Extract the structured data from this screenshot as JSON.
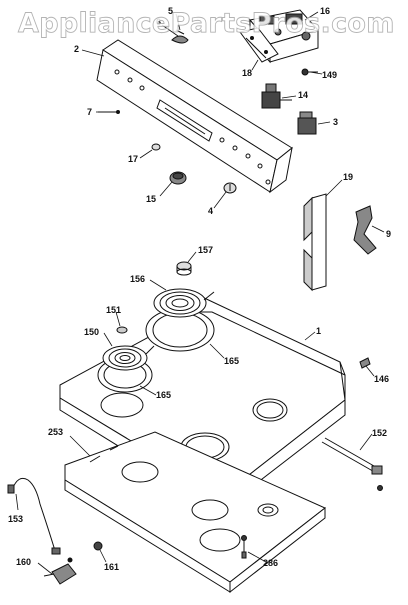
{
  "watermark": "AppliancePartsPros.com",
  "callouts": [
    {
      "id": "c5",
      "label": "5"
    },
    {
      "id": "c6",
      "label": "6"
    },
    {
      "id": "c16",
      "label": "16"
    },
    {
      "id": "c2",
      "label": "2"
    },
    {
      "id": "c18",
      "label": "18"
    },
    {
      "id": "c149",
      "label": "149"
    },
    {
      "id": "c7",
      "label": "7"
    },
    {
      "id": "c14",
      "label": "14"
    },
    {
      "id": "c3",
      "label": "3"
    },
    {
      "id": "c17",
      "label": "17"
    },
    {
      "id": "c19",
      "label": "19"
    },
    {
      "id": "c15",
      "label": "15"
    },
    {
      "id": "c4",
      "label": "4"
    },
    {
      "id": "c9",
      "label": "9"
    },
    {
      "id": "c157",
      "label": "157"
    },
    {
      "id": "c156",
      "label": "156"
    },
    {
      "id": "c151",
      "label": "151"
    },
    {
      "id": "c1",
      "label": "1"
    },
    {
      "id": "c150",
      "label": "150"
    },
    {
      "id": "c165a",
      "label": "165"
    },
    {
      "id": "c146",
      "label": "146"
    },
    {
      "id": "c165b",
      "label": "165"
    },
    {
      "id": "c253",
      "label": "253"
    },
    {
      "id": "c152",
      "label": "152"
    },
    {
      "id": "c153",
      "label": "153"
    },
    {
      "id": "c160",
      "label": "160"
    },
    {
      "id": "c161",
      "label": "161"
    },
    {
      "id": "c286",
      "label": "286"
    }
  ]
}
